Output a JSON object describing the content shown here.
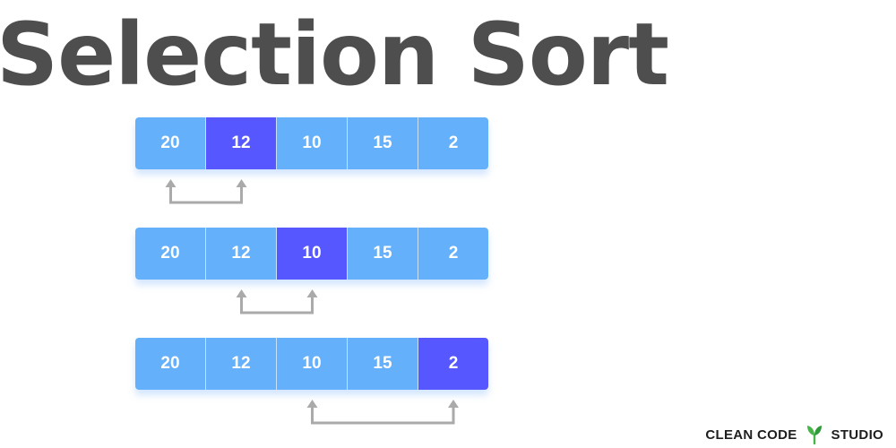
{
  "title": "Selection Sort",
  "rows": [
    {
      "values": [
        "20",
        "12",
        "10",
        "15",
        "2"
      ],
      "highlight": 1,
      "compare": [
        0,
        1
      ]
    },
    {
      "values": [
        "20",
        "12",
        "10",
        "15",
        "2"
      ],
      "highlight": 2,
      "compare": [
        1,
        2
      ]
    },
    {
      "values": [
        "20",
        "12",
        "10",
        "15",
        "2"
      ],
      "highlight": 4,
      "compare": [
        2,
        4
      ]
    }
  ],
  "brand": {
    "left": "CLEAN CODE",
    "right": "STUDIO",
    "logo_icon": "leaf-logo-icon"
  },
  "colors": {
    "cell": "#64b0fb",
    "highlight": "#5757ff",
    "arrow": "#aaaaaa",
    "title": "#4e4e4e",
    "logo": "#47b549"
  }
}
